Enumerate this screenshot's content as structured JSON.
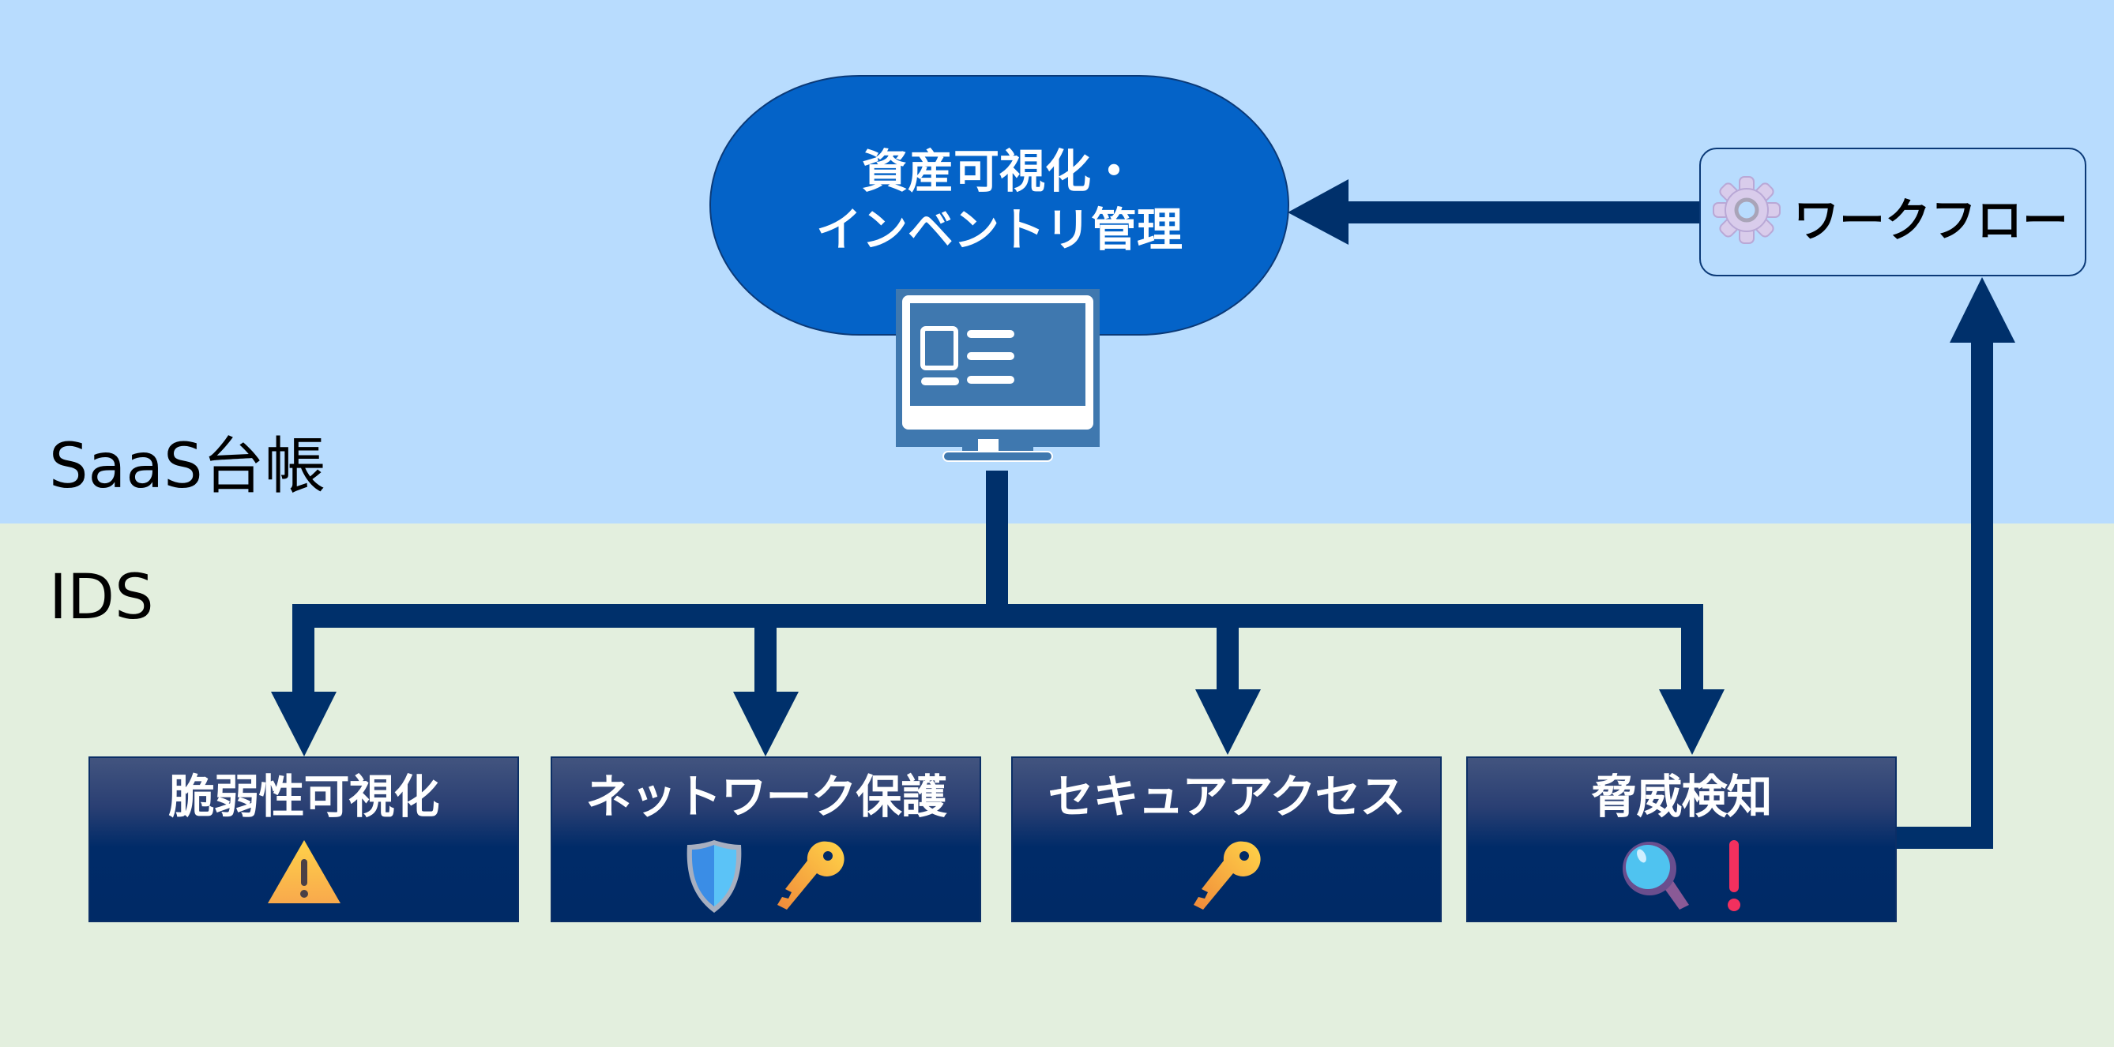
{
  "zones": {
    "top": {
      "label": "SaaS台帳",
      "color": "#B8DCFE"
    },
    "bottom": {
      "label": "IDS",
      "color": "#E3EFDE"
    }
  },
  "hub": {
    "title_line1": "資産可視化・",
    "title_line2": "インベントリ管理",
    "icon": "monitor-list-icon",
    "color": "#0463C8"
  },
  "workflow": {
    "label": "ワークフロー",
    "icon": "gear-icon"
  },
  "connector_color": "#00306B",
  "capabilities": [
    {
      "label": "脆弱性可視化",
      "icons": [
        "warning-icon"
      ]
    },
    {
      "label": "ネットワーク保護",
      "icons": [
        "shield-icon",
        "key-icon"
      ]
    },
    {
      "label": "セキュアアクセス",
      "icons": [
        "key-icon"
      ]
    },
    {
      "label": "脅威検知",
      "icons": [
        "magnifier-icon",
        "exclamation-icon"
      ]
    }
  ],
  "flows": [
    {
      "from": "hub",
      "to": "capabilities",
      "type": "branch"
    },
    {
      "from": "脅威検知",
      "to": "workflow",
      "type": "arrow"
    },
    {
      "from": "workflow",
      "to": "hub",
      "type": "arrow"
    }
  ]
}
